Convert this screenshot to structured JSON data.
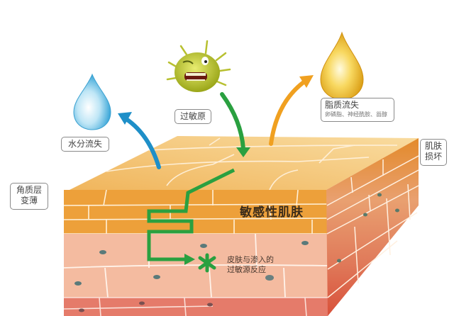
{
  "diagram": {
    "title": "敏感性肌肤",
    "nodes": {
      "water_loss": {
        "label": "水分流失",
        "icon": "water-drop-icon",
        "color": "#4fb3e0"
      },
      "allergen": {
        "label": "过敏原",
        "icon": "allergen-germ-icon",
        "color": "#b8c42a"
      },
      "lipid_loss": {
        "label": "脂质流失",
        "sublabel": "卵磷脂、神经酰胺、甾醇",
        "icon": "oil-drop-icon",
        "color": "#f0b020"
      },
      "skin_damage": {
        "label_line1": "肌肤",
        "label_line2": "损坏"
      },
      "stratum_thin": {
        "label_line1": "角质层",
        "label_line2": "变薄"
      },
      "reaction": {
        "label_line1": "皮肤与渗入的",
        "label_line2": "过敏源反应",
        "icon": "asterisk-reaction-icon"
      }
    },
    "arrows": [
      {
        "from": "skin",
        "to": "water_loss",
        "color": "#1e90c8"
      },
      {
        "from": "allergen",
        "to": "skin",
        "color": "#2aa040"
      },
      {
        "from": "skin",
        "to": "lipid_loss",
        "color": "#f0a020"
      },
      {
        "from": "skin-surface",
        "to": "reaction",
        "color": "#2aa040",
        "style": "zigzag"
      }
    ],
    "colors": {
      "top_face": "#f6c77a",
      "stratum": "#eda03a",
      "epidermis": "#f4bba0",
      "dermis": "#e57b6a",
      "cell_line": "#fff3e0",
      "nucleus": "#5a7a7a"
    }
  }
}
